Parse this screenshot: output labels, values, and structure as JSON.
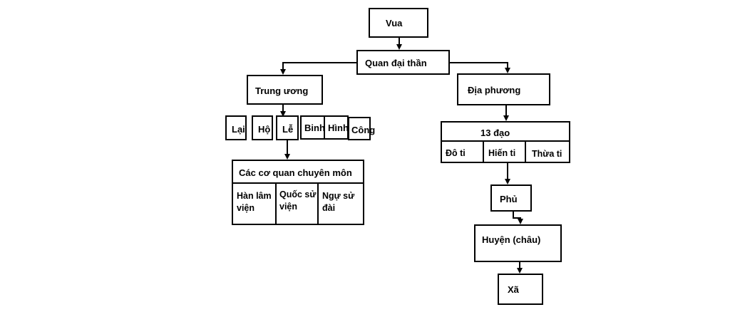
{
  "nodes": {
    "vua": "Vua",
    "quan_dai_than": "Quan đại thần",
    "trung_uong": "Trung ương",
    "dia_phuong": "Địa phương",
    "bo": [
      "Lại",
      "Hộ",
      "Lễ",
      "Binh",
      "Hình",
      "Công"
    ],
    "co_quan_chuyen_mon": {
      "title": "Các cơ quan chuyên môn",
      "cells": [
        "Hàn lâm viện",
        "Quốc sử viện",
        "Ngự sử đài"
      ]
    },
    "dao": {
      "title": "13 đạo",
      "cells": [
        "Đô ti",
        "Hiến ti",
        "Thừa ti"
      ]
    },
    "phu": "Phủ",
    "huyen": "Huyện (châu)",
    "xa": "Xã"
  }
}
